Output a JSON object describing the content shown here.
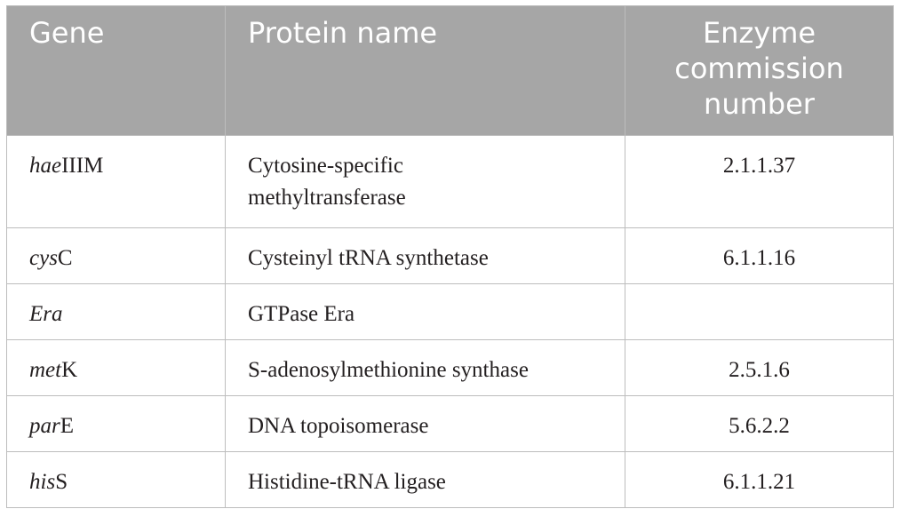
{
  "header": {
    "gene": "Gene",
    "protein": "Protein name",
    "ec_line1": "Enzyme",
    "ec_line2": "commission",
    "ec_line3": "number"
  },
  "rows": [
    {
      "gene_italic": "hae",
      "gene_plain": "IIIM",
      "protein_line1": "Cytosine-specific",
      "protein_line2": "methyltransferase",
      "ec": "2.1.1.37"
    },
    {
      "gene_italic": "cys",
      "gene_plain": "C",
      "protein_line1": "Cysteinyl tRNA synthetase",
      "ec": "6.1.1.16"
    },
    {
      "gene_italic": "Era",
      "gene_plain": "",
      "protein_line1": "GTPase Era",
      "ec": ""
    },
    {
      "gene_italic": "met",
      "gene_plain": "K",
      "protein_line1": "S-adenosylmethionine synthase",
      "ec": "2.5.1.6"
    },
    {
      "gene_italic": "par",
      "gene_plain": "E",
      "protein_line1": "DNA topoisomerase",
      "ec": "5.6.2.2"
    },
    {
      "gene_italic": "his",
      "gene_plain": "S",
      "protein_line1": "Histidine-tRNA ligase",
      "ec": "6.1.1.21"
    }
  ]
}
